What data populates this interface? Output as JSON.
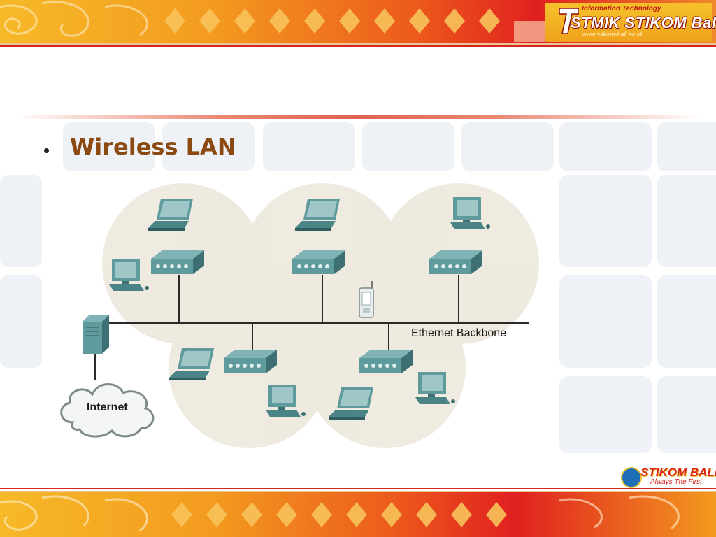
{
  "header": {
    "brand_small": "Information Technology",
    "brand_main": "STMIK STIKOM Bali",
    "brand_url": "www.stikom-bali.ac.id"
  },
  "slide": {
    "bullet_symbol": "•",
    "bullet_text": "Wireless LAN"
  },
  "diagram": {
    "backbone_label": "Ethernet Backbone",
    "cloud_label": "Internet",
    "colors": {
      "device": "#5f9a9c",
      "device_dark": "#3e6f72",
      "coverage": "#ede8dc",
      "line": "#2a2a2a"
    }
  },
  "footer": {
    "logo_text": "STIKOM BALI",
    "logo_tagline": "Always The First"
  },
  "colors": {
    "banner_orange": "#f39a1f",
    "banner_red": "#e0201f",
    "title_brown": "#8a4a12"
  }
}
